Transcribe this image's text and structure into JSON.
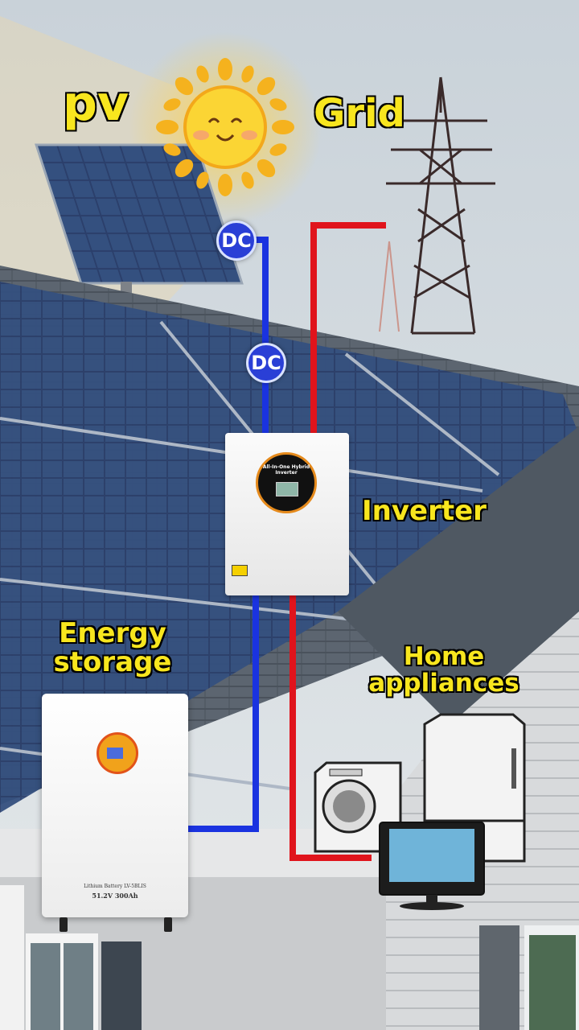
{
  "labels": {
    "pv": "pv",
    "grid": "Grid",
    "inverter": "Inverter",
    "energy_storage": "Energy storage",
    "home_appliances": "Home appliances"
  },
  "connectors": {
    "dc_1": "DC",
    "dc_2": "DC"
  },
  "inverter": {
    "title": "All-In-One Hybrid Inverter"
  },
  "battery": {
    "model_line": "Lithium Battery LV-5BLIS",
    "spec": "51.2V 300Ah"
  },
  "colors": {
    "dc_line": "#1a33e0",
    "ac_line": "#e0141c",
    "label_text": "#f8e61e",
    "dc_badge": "#2a3fd6"
  }
}
